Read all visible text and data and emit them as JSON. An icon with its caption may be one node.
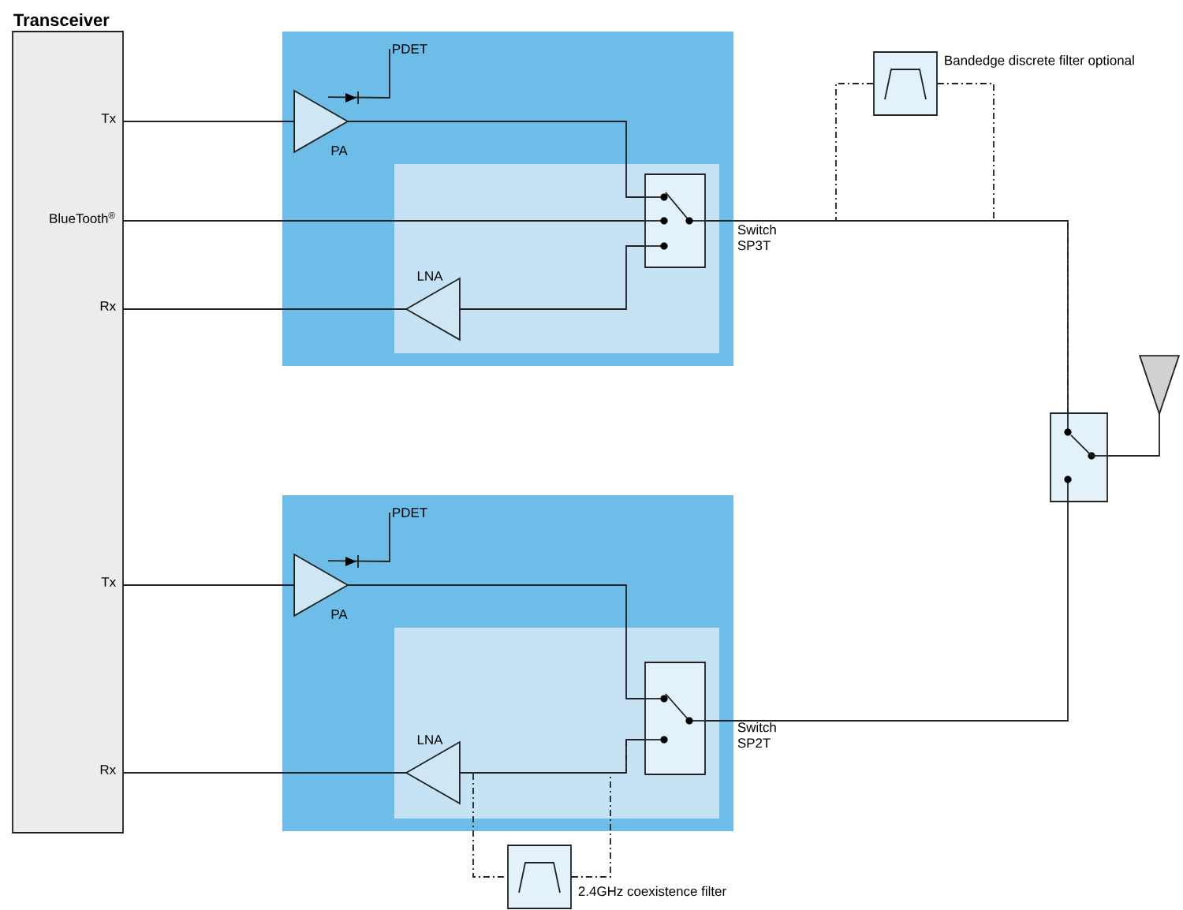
{
  "diagram": {
    "nodes": [
      {
        "text": [
          "Transceiver",
          "Tx",
          "BlueTooth$^{®}$",
          "Rx",
          "Tx",
          "Rx"
        ]
      },
      {
        "text": [],
        "shape": "box"
      },
      {
        "text": [],
        "shape": "box",
        "in": 1
      },
      {
        "text": [
          "PA"
        ],
        "in": 1
      },
      {
        "text": [
          "PDET"
        ],
        "in": 1
      },
      {
        "text": [
          "LNA"
        ],
        "in": 2
      },
      {
        "text": [
          "Switch SP3T"
        ],
        "in": 2
      },
      {
        "text": [],
        "shape": "box"
      },
      {
        "text": [],
        "shape": "box",
        "in": 7
      },
      {
        "text": [
          "PA"
        ],
        "in": 7
      },
      {
        "text": [
          "PDET"
        ],
        "in": 7
      },
      {
        "text": [
          "LNA"
        ],
        "in": 8
      },
      {
        "text": [
          "Switch SP2T"
        ],
        "in": 8
      },
      {
        "text": [
          "Bandedge discrete filter optional"
        ]
      },
      {
        "text": [
          "2.4GHz coexistence filter"
        ]
      },
      {
        "text": [],
        "shape": "box"
      },
      {
        "text": [],
        "shape": "triangle"
      }
    ],
    "edges": [
      {
        "from": 0,
        "to": 3,
        "arrow": "none"
      },
      {
        "from": 3,
        "to": 6,
        "arrow": "none"
      },
      {
        "from": 0,
        "to": 6,
        "arrow": "none"
      },
      {
        "from": 6,
        "to": 5,
        "arrow": "none"
      },
      {
        "from": 5,
        "to": 0,
        "arrow": "none"
      },
      {
        "from": 3,
        "to": 4,
        "arrow": "to"
      },
      {
        "from": 6,
        "to": 15,
        "arrow": "none"
      },
      {
        "from": 6,
        "to": 13,
        "arrow": "none",
        "style": "dashed"
      },
      {
        "from": 13,
        "to": 15,
        "arrow": "none",
        "style": "dashed"
      },
      {
        "from": 0,
        "to": 9,
        "arrow": "none"
      },
      {
        "from": 9,
        "to": 12,
        "arrow": "none"
      },
      {
        "from": 12,
        "to": 11,
        "arrow": "none"
      },
      {
        "from": 11,
        "to": 0,
        "arrow": "none"
      },
      {
        "from": 9,
        "to": 10,
        "arrow": "to"
      },
      {
        "from": 12,
        "to": 15,
        "arrow": "none"
      },
      {
        "from": 11,
        "to": 14,
        "arrow": "none",
        "style": "dashed"
      },
      {
        "from": 14,
        "to": 12,
        "arrow": "none",
        "style": "dashed"
      },
      {
        "from": 15,
        "to": 16,
        "arrow": "none"
      }
    ]
  }
}
